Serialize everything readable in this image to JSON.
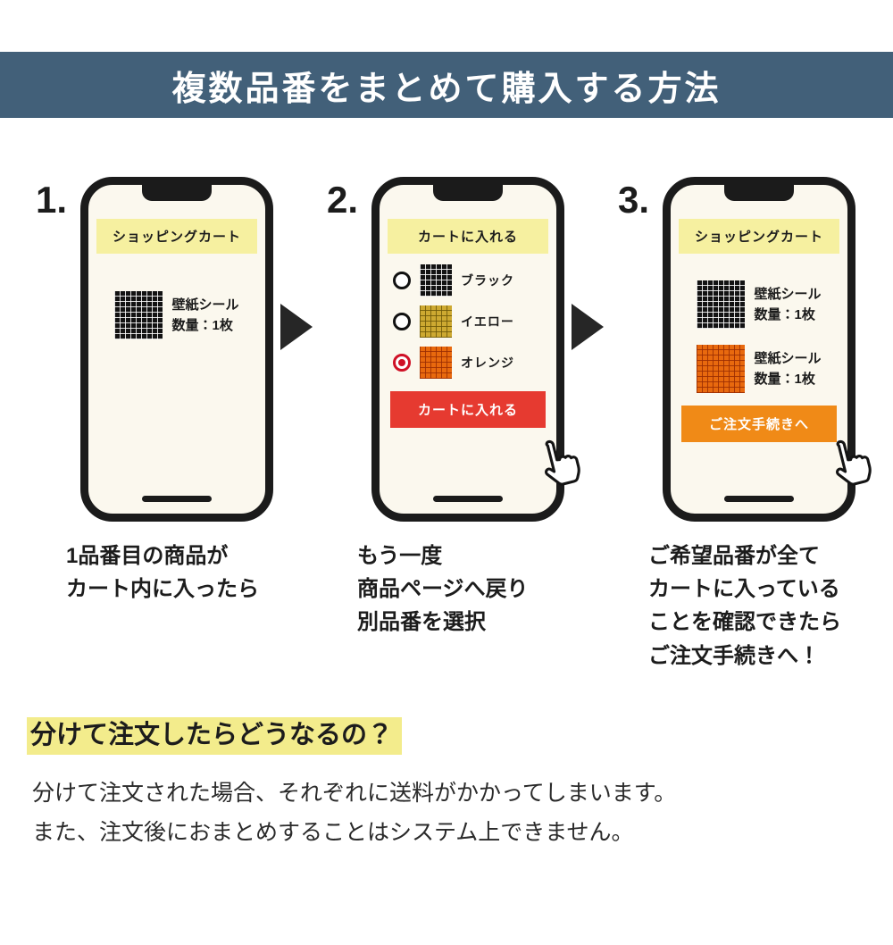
{
  "banner": {
    "title": "複数品番をまとめて購入する方法"
  },
  "colors": {
    "banner_bg": "#426079",
    "screen_bg": "#fbf8ee",
    "header_yellow": "#f6f0a0",
    "button_red": "#e63a30",
    "button_orange": "#f08a17",
    "radio_red": "#cf1126",
    "highlight_yellow": "#f3ec8c"
  },
  "steps": [
    {
      "number": "1.",
      "screen_title": "ショッピングカート",
      "items": [
        {
          "swatch": "black",
          "label": "壁紙シール\n数量：1枚"
        }
      ],
      "caption": "1品番目の商品が\nカート内に入ったら"
    },
    {
      "number": "2.",
      "screen_title": "カートに入れる",
      "options": [
        {
          "swatch": "black",
          "label": "ブラック",
          "selected": false
        },
        {
          "swatch": "yellow",
          "label": "イエロー",
          "selected": false
        },
        {
          "swatch": "orange",
          "label": "オレンジ",
          "selected": true
        }
      ],
      "button": "カートに入れる",
      "caption": "もう一度\n商品ページへ戻り\n別品番を選択"
    },
    {
      "number": "3.",
      "screen_title": "ショッピングカート",
      "items": [
        {
          "swatch": "black",
          "label": "壁紙シール\n数量：1枚"
        },
        {
          "swatch": "orange",
          "label": "壁紙シール\n数量：1枚"
        }
      ],
      "button": "ご注文手続きへ",
      "caption": "ご希望品番が全て\nカートに入っている\nことを確認できたら\nご注文手続きへ！"
    }
  ],
  "footer": {
    "heading": "分けて注文したらどうなるの？",
    "body": "分けて注文された場合、それぞれに送料がかかってしまいます。\nまた、注文後におまとめすることはシステム上できません。"
  }
}
